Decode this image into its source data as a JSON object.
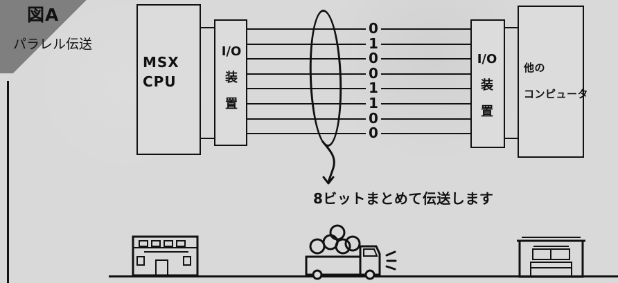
{
  "figure": {
    "title": "図A",
    "subtitle": "パラレル伝送"
  },
  "diagram": {
    "left_box_label_line1": "MSX",
    "left_box_label_line2": "CPU",
    "io_left_label": "I/O\n装\n置",
    "io_right_label": "I/O\n装\n置",
    "right_box_label_line1": "他の",
    "right_box_label_line2": "コンピュータ",
    "bits": [
      "0",
      "1",
      "0",
      "0",
      "1",
      "1",
      "0",
      "0"
    ],
    "caption": "8ビットまとめて伝送します"
  },
  "colors": {
    "background": "#d9d9d9",
    "ink": "#111111",
    "corner": "#7f7f7f"
  },
  "icons": {
    "arrow": "curved-arrow-icon",
    "building_left": "office-building-icon",
    "truck": "delivery-truck-icon",
    "building_right": "store-building-icon"
  }
}
